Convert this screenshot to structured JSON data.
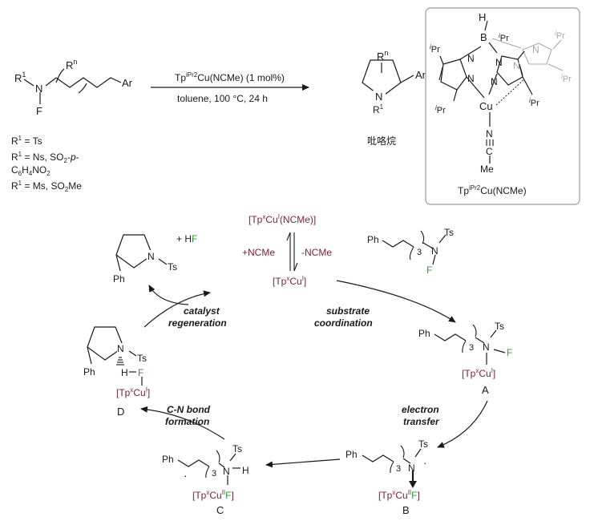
{
  "colors": {
    "complex": "#7a1f3d",
    "fluorine": "#2e9b3a",
    "faded": "#a8a8a8",
    "ink": "#1a1a1a"
  },
  "scheme": {
    "sub_R1": "R",
    "sub_R1_sup": "1",
    "sub_N": "N",
    "sub_F": "F",
    "sub_Rn": "R",
    "sub_Rn_sup": "n",
    "sub_Ar": "Ar",
    "cat_prefix": "Tp",
    "cat_sup": "iPr2",
    "cat_suffix": "Cu(NCMe)  (1 mol%)",
    "conditions": "toluene, 100 °C, 24 h",
    "prod_Rn": "R",
    "prod_Rn_sup": "n",
    "prod_N": "N",
    "prod_R1": "R",
    "prod_R1_sup": "1",
    "prod_Ar": "Ar",
    "product_label": "吡咯烷",
    "def1_a": "R",
    "def1_sup": "1",
    "def1_b": " = Ts",
    "def2_a": "R",
    "def2_sup": "1",
    "def2_b": " = Ns, SO",
    "def2_sub": "2",
    "def2_c": "-",
    "def2_p": "p",
    "def2_d": "-",
    "def3_a": "C",
    "def3_s1": "6",
    "def3_b": "H",
    "def3_s2": "4",
    "def3_c": "NO",
    "def3_s3": "2",
    "def4_a": "R",
    "def4_sup": "1",
    "def4_b": " = Ms, SO",
    "def4_sub": "2",
    "def4_c": "Me"
  },
  "catalyst": {
    "H": "H",
    "B": "B",
    "N": "N",
    "Cu": "Cu",
    "C": "C",
    "Me": "Me",
    "i": "i",
    "Pr": "Pr",
    "label_a": "Tp",
    "label_sup": "iPr2",
    "label_b": "Cu(NCMe)"
  },
  "cycle": {
    "top_a": "[Tp",
    "top_x": "x",
    "top_b": "Cu",
    "top_I": "I",
    "top_c": "(NCMe)]",
    "plus_ncme": "+NCMe",
    "minus_ncme": "-NCMe",
    "act_a": "[Tp",
    "act_x": "x",
    "act_b": "Cu",
    "act_I": "I",
    "act_c": "]",
    "prod_N": "N",
    "prod_Ts": "Ts",
    "prod_Ph": "Ph",
    "prod_plus": "+ H",
    "prod_F": "F",
    "step_regen_1": "catalyst",
    "step_regen_2": "regeneration",
    "step_coord_1": "substrate",
    "step_coord_2": "coordination",
    "step_et_1": "electron",
    "step_et_2": "transfer",
    "step_cn_1": "C-N bond",
    "step_cn_2": "formation",
    "sub_Ph": "Ph",
    "sub_3": "3",
    "sub_N": "N",
    "sub_Ts": "Ts",
    "sub_F": "F",
    "A_Ph": "Ph",
    "A_3": "3",
    "A_N": "N",
    "A_Ts": "Ts",
    "A_F": "F",
    "A_cx_a": "[Tp",
    "A_cx_x": "x",
    "A_cx_b": "Cu",
    "A_cx_I": "I",
    "A_cx_c": "]",
    "A_label": "A",
    "B_Ph": "Ph",
    "B_3": "3",
    "B_N": "N",
    "B_Ts": "Ts",
    "B_dot": "·",
    "B_cx_a": "[Tp",
    "B_cx_x": "x",
    "B_cx_b": "Cu",
    "B_cx_II": "II",
    "B_cx_F": "F",
    "B_cx_c": "]",
    "B_label": "B",
    "C_Ph": "Ph",
    "C_3": "3",
    "C_N": "N",
    "C_H": "H",
    "C_Ts": "Ts",
    "C_dot": "·",
    "C_cx_a": "[Tp",
    "C_cx_x": "x",
    "C_cx_b": "Cu",
    "C_cx_II": "II",
    "C_cx_F": "F",
    "C_cx_c": "]",
    "C_label": "C",
    "D_N": "N",
    "D_Ts": "Ts",
    "D_Ph": "Ph",
    "D_H": "H",
    "D_F": "F",
    "D_cx_a": "[Tp",
    "D_cx_x": "x",
    "D_cx_b": "Cu",
    "D_cx_I": "I",
    "D_cx_c": "]",
    "D_label": "D"
  }
}
